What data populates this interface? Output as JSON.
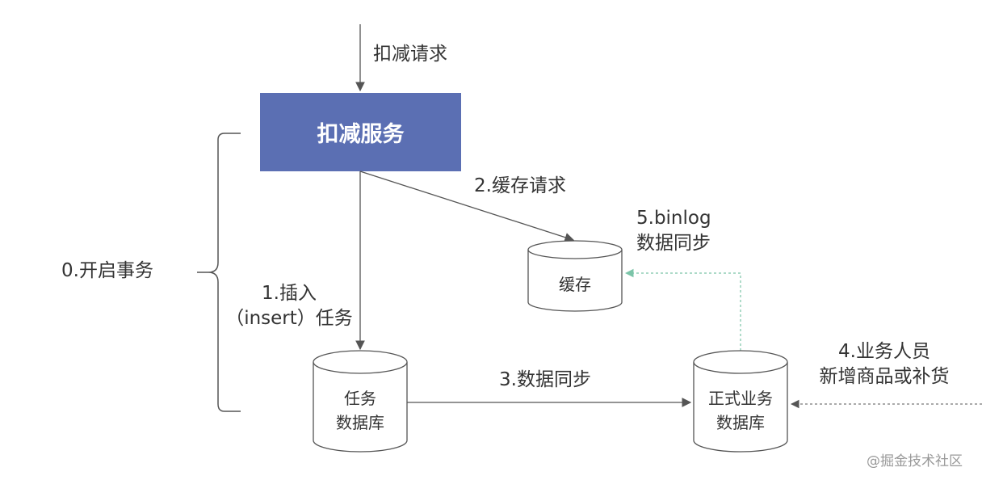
{
  "service": {
    "label": "扣减服务",
    "color": "#5b6fb3"
  },
  "edges": {
    "deduct_request": "扣减请求",
    "insert_task": [
      "1.插入",
      "（insert）任务"
    ],
    "cache_request": "2.缓存请求",
    "data_sync": "3.数据同步",
    "staff_update": [
      "4.业务人员",
      "新增商品或补货"
    ],
    "binlog_sync": [
      "5.binlog",
      "数据同步"
    ]
  },
  "transaction_label": "0.开启事务",
  "stores": {
    "cache": [
      "缓存"
    ],
    "task_db": [
      "任务",
      "数据库"
    ],
    "business_db": [
      "正式业务",
      "数据库"
    ]
  },
  "watermark": "@掘金技术社区",
  "colors": {
    "line": "#555555",
    "sync_dashed": "#7bc4a8",
    "staff_dashed": "#777777"
  }
}
